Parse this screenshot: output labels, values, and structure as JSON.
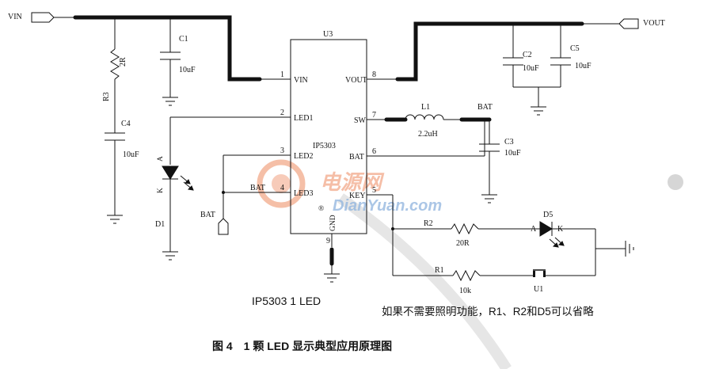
{
  "net_labels": {
    "vin": "VIN",
    "vout": "VOUT",
    "bat_top": "BAT",
    "bat_side": "BAT",
    "bat_wire": "BAT"
  },
  "chip": {
    "ref": "U3",
    "name": "IP5303",
    "pins_left": [
      {
        "num": "1",
        "name": "VIN"
      },
      {
        "num": "2",
        "name": "LED1"
      },
      {
        "num": "3",
        "name": "LED2"
      },
      {
        "num": "4",
        "name": "LED3"
      }
    ],
    "pins_right": [
      {
        "num": "8",
        "name": "VOUT"
      },
      {
        "num": "7",
        "name": "SW"
      },
      {
        "num": "6",
        "name": "BAT"
      },
      {
        "num": "5",
        "name": "KEY"
      }
    ],
    "pin_bottom": {
      "num": "9",
      "name": "GND"
    }
  },
  "components": {
    "r3": {
      "ref": "R3",
      "value": "2R"
    },
    "c1": {
      "ref": "C1",
      "value": "10uF"
    },
    "c4": {
      "ref": "C4",
      "value": "10uF"
    },
    "c2": {
      "ref": "C2",
      "value": "10uF"
    },
    "c5": {
      "ref": "C5",
      "value": "10uF"
    },
    "c3": {
      "ref": "C3",
      "value": "10uF"
    },
    "l1": {
      "ref": "L1",
      "value": "2.2uH"
    },
    "r2": {
      "ref": "R2",
      "value": "20R"
    },
    "r1": {
      "ref": "R1",
      "value": "10k"
    },
    "d1": {
      "ref": "D1",
      "anode": "A",
      "cathode": "K"
    },
    "d5": {
      "ref": "D5",
      "anode": "A",
      "cathode": "K"
    },
    "u1": {
      "ref": "U1"
    }
  },
  "watermark": {
    "cn": "电源网",
    "en": "DianYuan.com",
    "reg": "®"
  },
  "captions": {
    "model": "IP5303 1 LED",
    "note": "如果不需要照明功能，R1、R2和D5可以省略",
    "figure": "图 4　1 颗 LED 显示典型应用原理图"
  }
}
